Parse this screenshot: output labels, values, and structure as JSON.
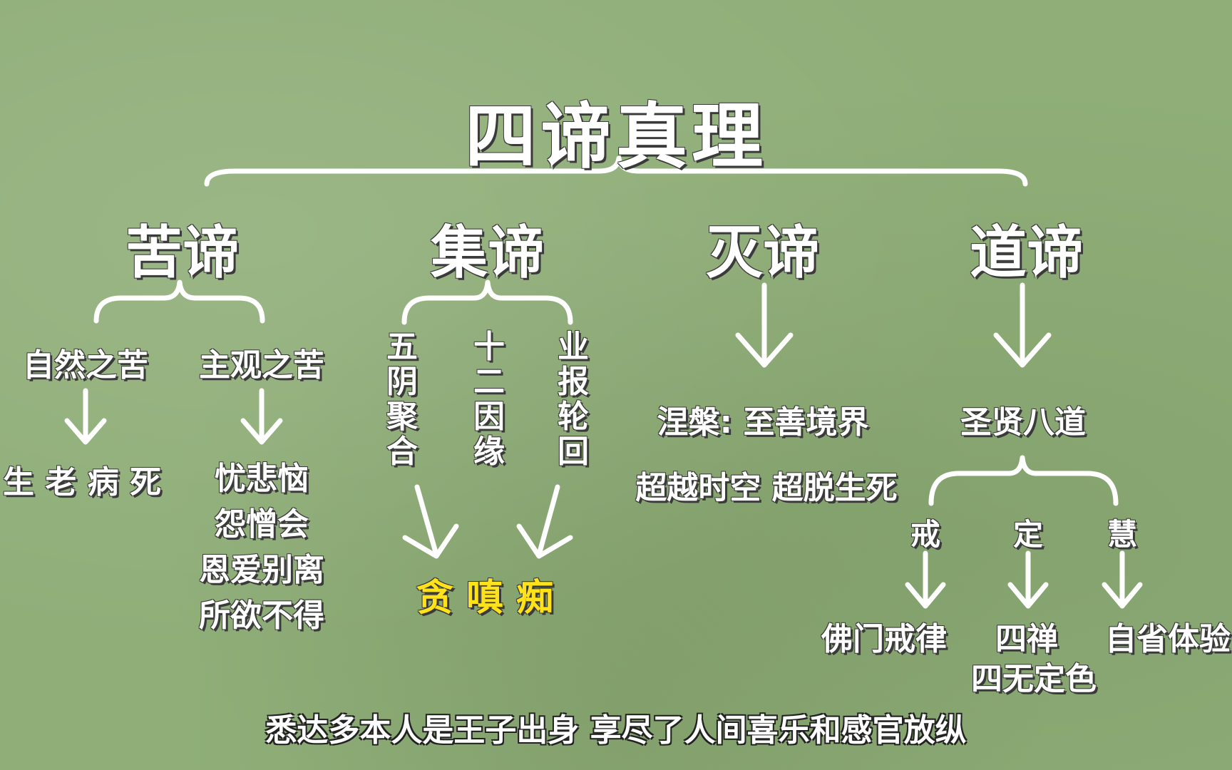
{
  "title": "四谛真理",
  "truths": [
    {
      "label": "苦谛"
    },
    {
      "label": "集谛"
    },
    {
      "label": "灭谛"
    },
    {
      "label": "道谛"
    }
  ],
  "suffering": {
    "natural": "自然之苦",
    "subjective": "主观之苦",
    "natural_items": "生 老 病 死",
    "subjective_items": [
      "忧悲恼",
      "怨憎会",
      "恩爱别离",
      "所欲不得"
    ]
  },
  "origin": {
    "causes": [
      "五阴聚合",
      "十二因缘",
      "业报轮回"
    ],
    "poisons": "贪 嗔 痴"
  },
  "cessation": {
    "nirvana": "涅槃: 至善境界",
    "transcend": "超越时空 超脱生死"
  },
  "path": {
    "eightfold": "圣贤八道",
    "three": [
      "戒",
      "定",
      "慧"
    ],
    "three_items": [
      "佛门戒律",
      "四禅",
      "自省体验"
    ],
    "samadhi_extra": "四无定色"
  },
  "subtitle": "悉达多本人是王子出身 享尽了人间喜乐和感官放纵"
}
